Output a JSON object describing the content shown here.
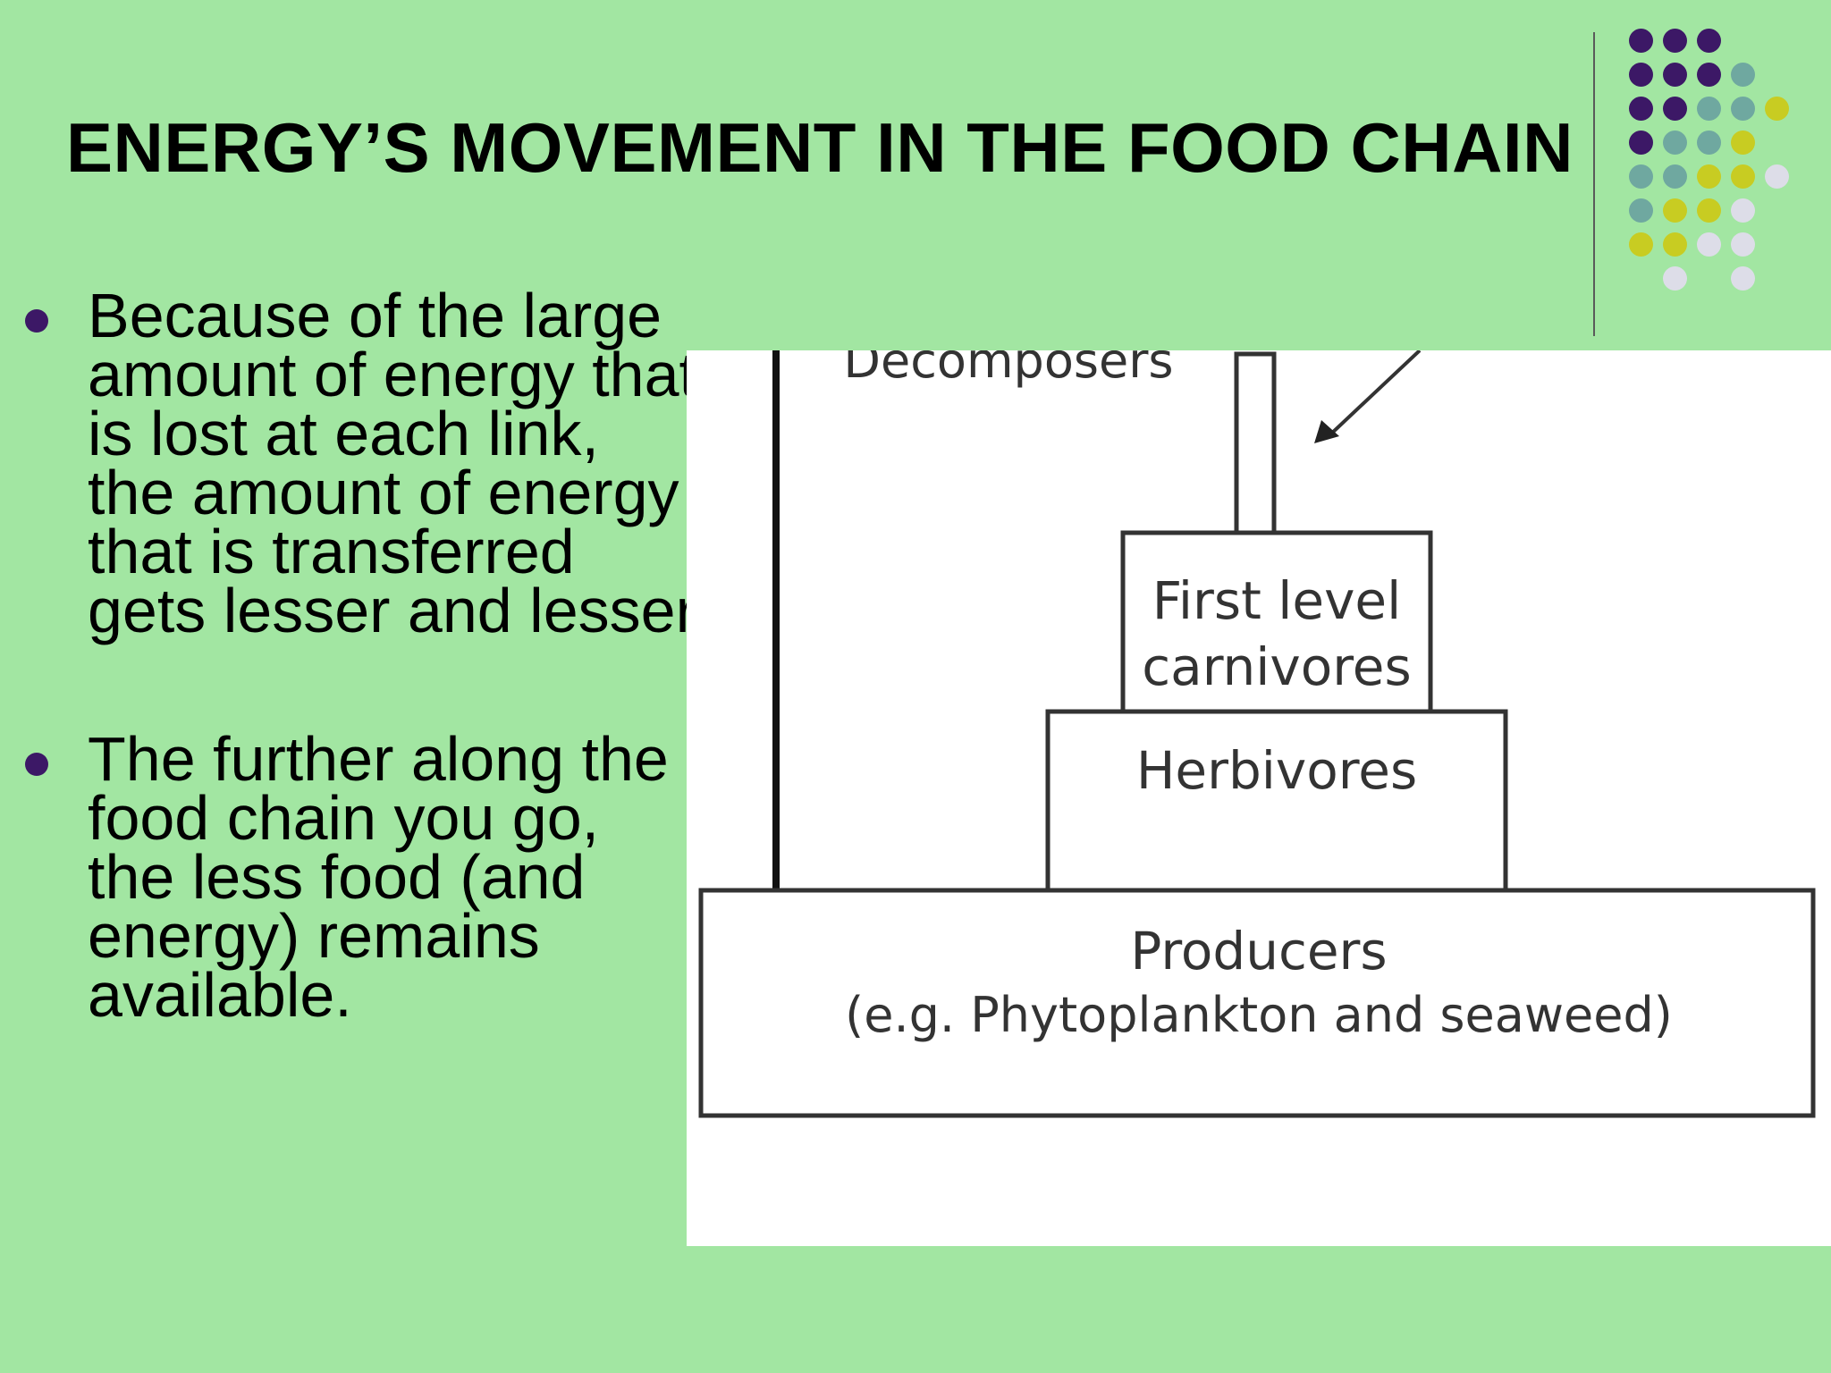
{
  "slide": {
    "title": "ENERGY’S MOVEMENT IN THE FOOD CHAIN",
    "bullets": [
      "Because of the large amount of energy that is lost at each link, the amount of energy that is transferred gets lesser and lesser",
      "The further along the food chain you go, the less food (and energy) remains available."
    ]
  },
  "diagram": {
    "decomposers": "Decomposers",
    "first_level_line1": "First level",
    "first_level_line2": "carnivores",
    "herbivores": "Herbivores",
    "producers_line1": "Producers",
    "producers_line2": "(e.g. Phytoplankton and seaweed)"
  },
  "theme": {
    "background": "#a2e6a2",
    "bullet_color": "#3c1866",
    "dot_colors": [
      "#3c1866",
      "#6fa8a0",
      "#c8cc22",
      "#dddde8"
    ]
  }
}
